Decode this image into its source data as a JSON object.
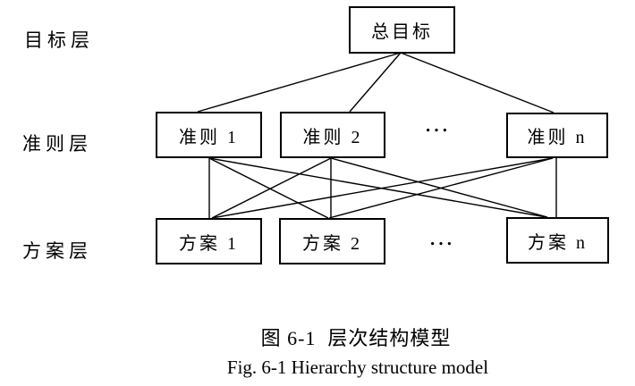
{
  "diagram": {
    "layers": [
      {
        "label": "目标层"
      },
      {
        "label": "准则层"
      },
      {
        "label": "方案层"
      }
    ],
    "nodes": {
      "goal": "总目标",
      "criteria": [
        "准则 1",
        "准则 2",
        "准则 n"
      ],
      "criteria_ellipsis": "…",
      "alternatives": [
        "方案 1",
        "方案 2",
        "方案 n"
      ],
      "alternatives_ellipsis": "…"
    },
    "edges": [
      [
        448,
        59,
        221,
        125
      ],
      [
        448,
        59,
        391,
        125
      ],
      [
        448,
        59,
        619,
        126
      ],
      [
        234,
        177,
        234,
        244
      ],
      [
        234,
        177,
        367,
        244
      ],
      [
        234,
        177,
        611,
        243
      ],
      [
        370,
        177,
        237,
        244
      ],
      [
        370,
        177,
        370,
        244
      ],
      [
        370,
        177,
        612,
        243
      ],
      [
        618,
        177,
        237,
        244
      ],
      [
        618,
        177,
        368,
        244
      ],
      [
        622,
        177,
        622,
        243
      ]
    ],
    "colors": {
      "line": "#000000",
      "text": "#000000",
      "background": "#ffffff"
    }
  },
  "caption": {
    "zh": "图 6-1  层次结构模型",
    "en": "Fig. 6-1 Hierarchy structure model"
  }
}
